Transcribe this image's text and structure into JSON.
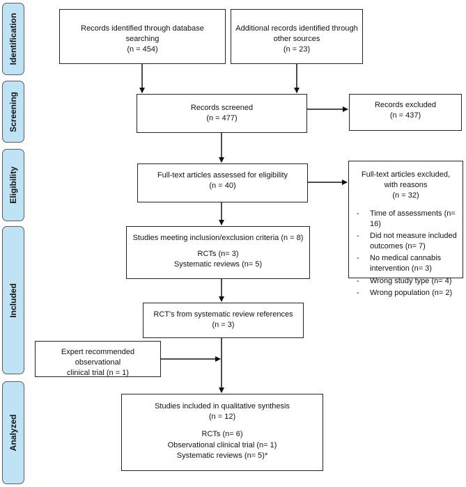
{
  "phases": {
    "identification": "Identification",
    "screening": "Screening",
    "eligibility": "Eligibility",
    "included": "Included",
    "analyzed": "Analyzed"
  },
  "boxes": {
    "database_records": {
      "line1": "Records identified through database",
      "line2": "searching",
      "count": "(n = 454)"
    },
    "other_records": {
      "line1": "Additional records identified through",
      "line2": "other sources",
      "count": "(n =  23)"
    },
    "screened": {
      "line1": "Records screened",
      "count": "(n = 477)"
    },
    "excluded": {
      "line1": "Records excluded",
      "count": "(n = 437)"
    },
    "fulltext_assessed": {
      "line1": "Full-text articles assessed for eligibility",
      "count": "(n = 40)"
    },
    "fulltext_excluded": {
      "line1": "Full-text articles excluded,",
      "line2": "with reasons",
      "count": "(n  =  32)",
      "reasons": [
        "Time of assessments (n= 16)",
        "Did not measure included outcomes (n= 7)",
        "No medical cannabis intervention (n= 3)",
        "Wrong study type (n= 4)",
        "Wrong population (n= 2)"
      ]
    },
    "meeting_criteria": {
      "line1": "Studies meeting inclusion/exclusion criteria (n =  8)",
      "rcts": "RCTs (n= 3)",
      "reviews": "Systematic reviews (n= 5)"
    },
    "rct_references": {
      "line1": "RCT's from systematic review references",
      "count": "(n  =  3)"
    },
    "expert": {
      "line1": "Expert recommended observational",
      "line2": "clinical trial (n =  1)"
    },
    "qualitative": {
      "line1": "Studies included in qualitative synthesis",
      "count": "(n =  12)",
      "rcts": "RCTs (n= 6)",
      "observational": "Observational clinical trial (n= 1)",
      "reviews": "Systematic reviews (n= 5)*"
    }
  }
}
